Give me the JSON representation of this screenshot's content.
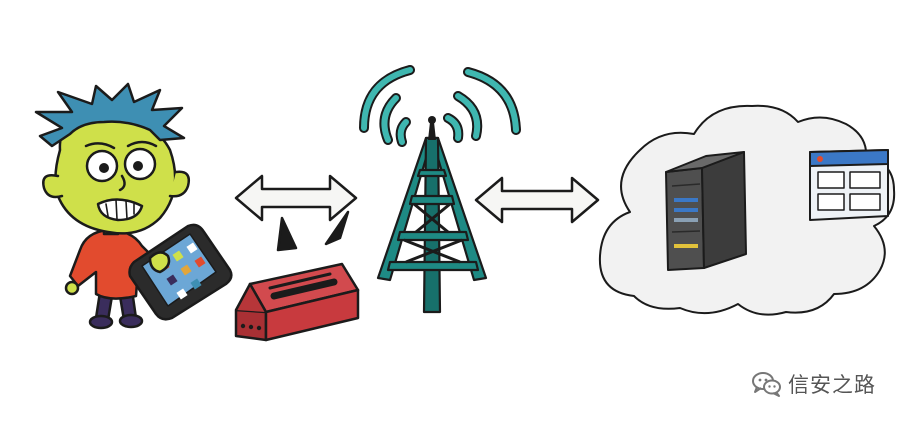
{
  "watermark": {
    "text": "信安之路",
    "icon": "wechat-icon"
  },
  "colors": {
    "background": "#ffffff",
    "ink": "#1b1b1b",
    "person_skin": "#cfe04a",
    "person_hair": "#3e8fb3",
    "person_shirt": "#e24b2e",
    "person_pants": "#3a2d5c",
    "phone_screen": "#6ca7d6",
    "router_red": "#c83a3e",
    "tower_teal": "#1e8a84",
    "signal_teal": "#3fb7b0",
    "arrow_fill": "#f6f6f4",
    "cloud_fill": "#f2f2f2",
    "server_gray": "#4f4f4f",
    "panel_blue": "#3b78c6",
    "watermark_gray": "#555555"
  },
  "diagram": {
    "nodes": [
      {
        "name": "person-with-phone",
        "icon": "worried-person-icon"
      },
      {
        "name": "wireless-router",
        "icon": "router-icon"
      },
      {
        "name": "cell-tower",
        "icon": "antenna-tower-icon"
      },
      {
        "name": "cloud-server",
        "icon": "cloud-server-icon"
      }
    ],
    "connections": [
      {
        "from": "person-with-phone",
        "to": "cell-tower",
        "type": "bidirectional"
      },
      {
        "from": "cell-tower",
        "to": "cloud-server",
        "type": "bidirectional"
      }
    ]
  }
}
